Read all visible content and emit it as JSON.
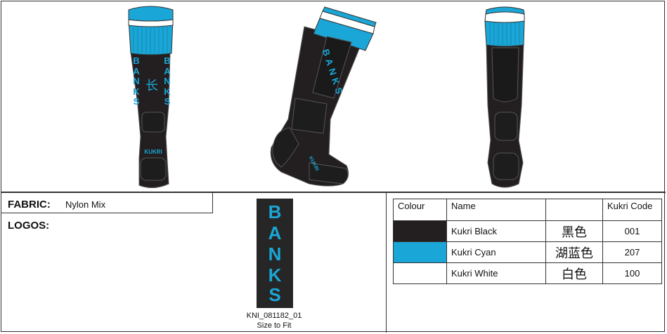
{
  "sock_views": {
    "front": {
      "band_letters": [
        "B",
        "A",
        "N",
        "K",
        "S"
      ],
      "emblem": "长",
      "foot_logo": "KUKRI"
    },
    "side": {
      "band_text": "BANKS",
      "foot_logo": "KUKRI"
    },
    "back": {}
  },
  "spec": {
    "fabric_label": "FABRIC:",
    "fabric_value": "Nylon Mix",
    "logos_label": "LOGOS:"
  },
  "logo": {
    "letters": [
      "B",
      "A",
      "N",
      "K",
      "S"
    ],
    "code": "KNI_081182_01",
    "size_note": "Size to Fit"
  },
  "colour_table": {
    "headers": [
      "Colour",
      "Name",
      "",
      "Kukri Code"
    ],
    "rows": [
      {
        "swatch": "#231f20",
        "name": "Kukri Black",
        "chinese": "黑色",
        "code": "001"
      },
      {
        "swatch": "#1aa6d6",
        "name": "Kukri Cyan",
        "chinese": "湖蓝色",
        "code": "207"
      },
      {
        "swatch": "#ffffff",
        "name": "Kukri White",
        "chinese": "白色",
        "code": "100"
      }
    ]
  },
  "colors": {
    "black": "#231f20",
    "cyan": "#1aa6d6",
    "white": "#ffffff"
  }
}
